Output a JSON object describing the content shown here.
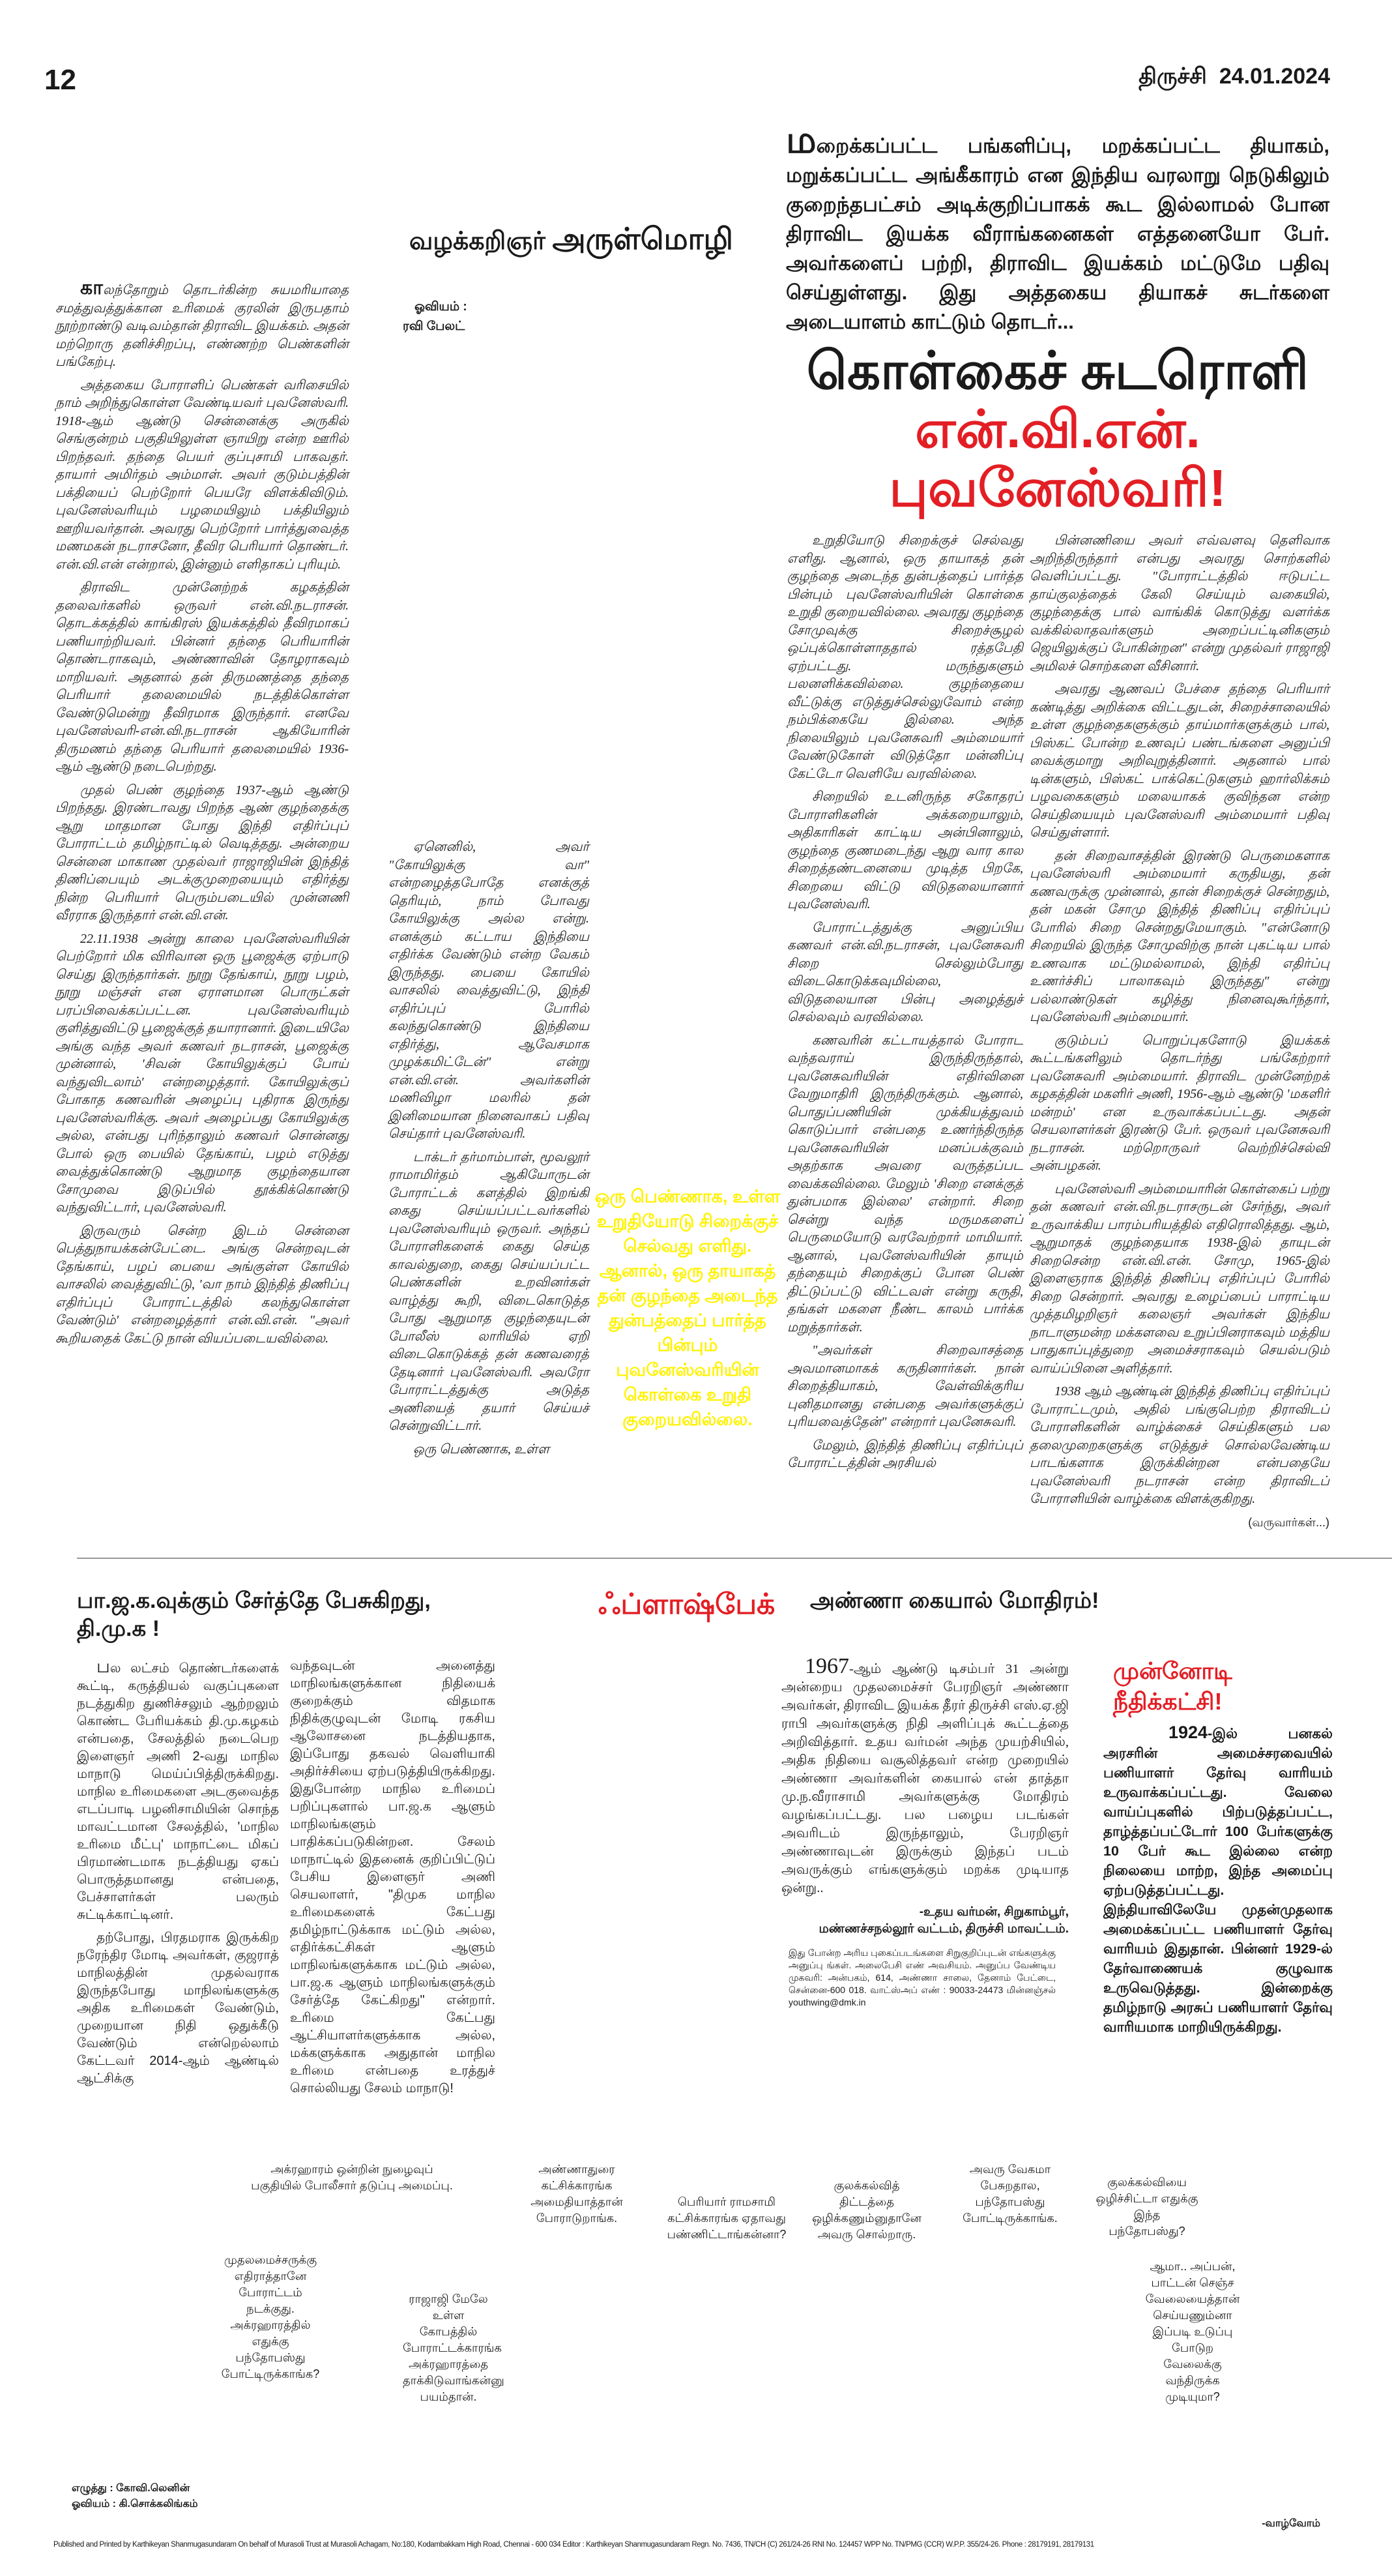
{
  "header": {
    "page_number": "12",
    "edition": "திருச்சி",
    "date": "24.01.2024"
  },
  "intro": {
    "drop_letter": "ம",
    "text": "றைக்கப்பட்ட பங்களிப்பு, மறக்கப்பட்ட தியாகம், மறுக்கப்பட்ட அங்கீகாரம் என இந்திய வரலாறு நெடுகிலும் குறைந்தபட்சம் அடிக்குறிப்பாகக் கூட இல்லாமல் போன திராவிட இயக்க வீராங்கனைகள் எத்தனையோ பேர். அவர்களைப் பற்றி, திராவிட இயக்கம் மட்டுமே பதிவு செய்துள்ளது. இது அத்தகைய தியாகச் சுடர்களை அடையாளம் காட்டும் தொடர்..."
  },
  "title": {
    "line1": "கொள்கைச் சுடரொளி",
    "line2": "என்.வி.என். புவனேஸ்வரி!"
  },
  "byline": {
    "prefix": "வழக்கறிஞர்",
    "name": "அருள்மொழி"
  },
  "artist": {
    "label": "ஓவியம் :",
    "name": "ரவி பேலட்"
  },
  "article": {
    "col1": {
      "lead": "கா",
      "p1": "லந்தோறும் தொடர்கின்ற சுயமரியாதை சமத்துவத்துக்கான உரிமைக் குரலின் இருபதாம் நூற்றாண்டு வடிவம்தான் திராவிட இயக்கம். அதன் மற்றொரு தனிச்சிறப்பு, எண்ணற்ற பெண்களின் பங்கேற்பு.",
      "p2": "அத்தகைய போராளிப் பெண்கள் வரிசையில் நாம் அறிந்துகொள்ள வேண்டியவர் புவனேஸ்வரி. 1918-ஆம் ஆண்டு சென்னைக்கு அருகில் செங்குன்றம் பகுதியிலுள்ள ஞாயிறு என்ற ஊரில் பிறந்தவர். தந்தை பெயர் குப்புசாமி பாகவதர். தாயார் அமிர்தம் அம்மாள். அவர் குடும்பத்தின் பக்தியைப் பெற்றோர் பெயரே விளக்கிவிடும். புவனேஸ்வரியும் பழமையிலும் பக்தியிலும் ஊறியவர்தான். அவரது பெற்றோர் பார்த்துவைத்த மணமகன் நடராசனோ, தீவிர பெரியார் தொண்டர். என்.வி.என் என்றால், இன்னும் எளிதாகப் புரியும்.",
      "p3": "திராவிட முன்னேற்றக் கழகத்தின் தலைவர்களில் ஒருவர் என்.வி.நடராசன். தொடக்கத்தில் காங்கிரஸ் இயக்கத்தில் தீவிரமாகப் பணியாற்றியவர். பின்னர் தந்தை பெரியாரின் தொண்டராகவும், அண்ணாவின் தோழராகவும் மாறியவர். அதனால் தன் திருமணத்தை தந்தை பெரியார் தலைமையில் நடத்திக்கொள்ள வேண்டுமென்று தீவிரமாக இருந்தார். எனவே புவனேஸ்வரி-என்.வி.நடராசன் ஆகியோரின் திருமணம் தந்தை பெரியார் தலைமையில் 1936-ஆம் ஆண்டு நடைபெற்றது.",
      "p4": "முதல் பெண் குழந்தை 1937-ஆம் ஆண்டு பிறந்தது. இரண்டாவது பிறந்த ஆண் குழந்தைக்கு ஆறு மாதமான போது இந்தி எதிர்ப்புப் போராட்டம் தமிழ்நாட்டில் வெடித்தது. அன்றைய சென்னை மாகாண முதல்வர் ராஜாஜியின் இந்தித் திணிப்பையும் அடக்குமுறையையும் எதிர்த்து நின்ற பெரியார் பெரும்படையில் முன்னணி வீரராக இருந்தார் என்.வி.என்.",
      "p5": "22.11.1938 அன்று காலை புவனேஸ்வரியின் பெற்றோர் மிக விரிவான ஒரு பூஜைக்கு ஏற்பாடு செய்து இருந்தார்கள். நூறு தேங்காய், நூறு பழம், நூறு மஞ்சள் என ஏராளமான பொருட்கள் பரப்பிவைக்கப்பட்டன. புவனேஸ்வரியும் குளித்துவிட்டு பூஜைக்குத் தயாரானார். இடையிலே அங்கு வந்த அவர் கணவர் நடராசன், பூஜைக்கு முன்னால், 'சிவன் கோயிலுக்குப் போய் வந்துவிடலாம்' என்றழைத்தார். கோயிலுக்குப் போகாத கணவரின் அழைப்பு புதிராக இருந்து புவனேஸ்வரிக்கு. அவர் அழைப்பது கோயிலுக்கு அல்ல, என்பது புரிந்தாலும் கணவர் சொன்னது போல் ஒரு பையில் தேங்காய், பழம் எடுத்து வைத்துக்கொண்டு ஆறுமாத குழந்தையான சோமுவை இடுப்பில் தூக்கிக்கொண்டு வந்துவிட்டார், புவனேஸ்வரி.",
      "p6": "இருவரும் சென்ற இடம் சென்னை பெத்துநாயக்கன்பேட்டை. அங்கு சென்றவுடன் தேங்காய், பழப் பையை அங்குள்ள கோயில் வாசலில் வைத்துவிட்டு, 'வா நாம் இந்தித் திணிப்பு எதிர்ப்புப் போராட்டத்தில் கலந்துகொள்ள வேண்டும்' என்றழைத்தார் என்.வி.என். \"அவர் கூறியதைக் கேட்டு நான் வியப்படையவில்லை."
    },
    "col2": {
      "p1": "ஏனெனில், அவர் \"கோயிலுக்கு வா\" என்றழைத்தபோதே எனக்குத் தெரியும், நாம் போவது கோயிலுக்கு அல்ல என்று. எனக்கும் கட்டாய இந்தியை எதிர்க்க வேண்டும் என்ற வேகம் இருந்தது. பையை கோயில் வாசலில் வைத்துவிட்டு, இந்தி எதிர்ப்புப் போரில் கலந்துகொண்டு இந்தியை எதிர்த்து, ஆவேசமாக முழக்கமிட்டேன்\" என்று என்.வி.என். அவர்களின் மணிவிழா மலரில் தன் இனிமையான நினைவாகப் பதிவு செய்தார் புவனேஸ்வரி.",
      "p2": "டாக்டர் தர்மாம்பாள், மூவலூர் ராமாமிர்தம் ஆகியோருடன் போராட்டக் களத்தில் இறங்கி கைது செய்யப்பட்டவர்களில் புவனேஸ்வரியும் ஒருவர். அந்தப் போராளிகளைக் கைது செய்த காவல்துறை, கைது செய்யப்பட்ட பெண்களின் உறவினர்கள் வாழ்த்து கூறி, விடைகொடுத்த போது ஆறுமாத குழந்தையுடன் போலீஸ் லாரியில் ஏறி விடைகொடுக்கத் தன் கணவரைத் தேடினார் புவனேஸ்வரி. அவரோ போராட்டத்துக்கு அடுத்த அணியைத் தயார் செய்யச் சென்றுவிட்டார்.",
      "p3": "ஒரு பெண்ணாக, உள்ள"
    },
    "col3": {
      "p1": "உறுதியோடு சிறைக்குச் செல்வது எளிது. ஆனால், ஒரு தாயாகத் தன் குழந்தை அடைந்த துன்பத்தைப் பார்த்த பின்பும் புவனேஸ்வரியின் கொள்கை உறுதி குறையவில்லை. அவரது குழந்தை சோமுவுக்கு சிறைச்சூழல் ஒப்புக்கொள்ளாததால் ரத்தபேதி ஏற்பட்டது. மருந்துகளும் பலனளிக்கவில்லை. குழந்தையை வீட்டுக்கு எடுத்துச்செல்லுவோம் என்ற நம்பிக்கையே இல்லை. அந்த நிலையிலும் புவனேசுவரி அம்மையார் வேண்டுகோள் விடுத்தோ மன்னிப்பு கேட்டோ வெளியே வரவில்லை.",
      "p2": "சிறையில் உடனிருந்த சகோதரப் போராளிகளின் அக்கறையாலும், அதிகாரிகள் காட்டிய அன்பினாலும், குழந்தை குணமடைந்து ஆறு வார கால சிறைத்தண்டனையை முடித்த பிறகே, சிறையை விட்டு விடுதலையானார் புவனேஸ்வரி.",
      "p3": "போராட்டத்துக்கு அனுப்பிய கணவர் என்.வி.நடராசன், புவனேசுவரி சிறை செல்லும்போது விடைகொடுக்கவுமில்லை, விடுதலையான பின்பு அழைத்துச் செல்லவும் வரவில்லை.",
      "p4": "கணவரின் கட்டாயத்தால் போராட வந்தவராய் இருந்திருந்தால், புவனேசுவரியின் எதிர்வினை வேறுமாதிரி இருந்திருக்கும். ஆனால், பொதுப்பணியின் முக்கியத்துவம் கொடுப்பார் என்பதை உணர்ந்திருந்த புவனேசுவரியின் மனப்பக்குவம் அதற்காக அவரை வருத்தப்பட வைக்கவில்லை. மேலும் 'சிறை எனக்குத் துன்பமாக இல்லை' என்றார். சிறை சென்று வந்த மருமகளைப் பெருமையோடு வரவேற்றார் மாமியார். ஆனால், புவனேஸ்வரியின் தாயும் தந்தையும் சிறைக்குப் போன பெண் திட்டுப்பட்டு விட்டவள் என்று கருதி, தங்கள் மகளை நீண்ட காலம் பார்க்க மறுத்தார்கள்.",
      "p5": "\"அவர்கள் சிறைவாசத்தை அவமானமாகக் கருதினார்கள். நான் சிறைத்தியாகம், வேள்விக்குரிய புனிதமானது என்பதை அவர்களுக்குப் புரியவைத்தேன்\" என்றார் புவனேசுவரி.",
      "p6": "மேலும், இந்தித் திணிப்பு எதிர்ப்புப் போராட்டத்தின் அரசியல்"
    },
    "col4": {
      "p1": "பின்னணியை அவர் எவ்வளவு தெளிவாக அறிந்திருந்தார் என்பது அவரது சொற்களில் வெளிப்பட்டது. \"போராட்டத்தில் ஈடுபட்ட தாய்குலத்தைக் கேலி செய்யும் வகையில், குழந்தைக்கு பால் வாங்கிக் கொடுத்து வளர்க்க வக்கில்லாதவர்களும் அறைப்பட்டினிகளும் ஜெயிலுக்குப் போகின்றன\" என்று முதல்வர் ராஜாஜி அமிலச் சொற்களை வீசினார்.",
      "p2": "அவரது ஆணவப் பேச்சை தந்தை பெரியார் கண்டித்து அறிக்கை விட்டதுடன், சிறைச்சாலையில் உள்ள குழந்தைகளுக்கும் தாய்மார்களுக்கும் பால், பிஸ்கட் போன்ற உணவுப் பண்டங்களை அனுப்பி வைக்குமாறு அறிவுறுத்தினார். அதனால் பால் டின்களும், பிஸ்கட் பாக்கெட்டுகளும் ஹார்லிக்சும் பழவகைகளும் மலையாகக் குவிந்தன என்ற செய்தியையும் புவனேஸ்வரி அம்மையார் பதிவு செய்துள்ளார்.",
      "p3": "தன் சிறைவாசத்தின் இரண்டு பெருமைகளாக புவனேஸ்வரி அம்மையார் கருதியது, தன் கணவருக்கு முன்னால், தான் சிறைக்குச் சென்றதும், தன் மகன் சோமு இந்தித் திணிப்பு எதிர்ப்புப் போரில் சிறை சென்றதுமேயாகும். \"என்னோடு சிறையில் இருந்த சோமுவிற்கு நான் புகட்டிய பால் உணவாக மட்டுமல்லாமல், இந்தி எதிர்ப்பு உணர்ச்சிப் பாலாகவும் இருந்தது\" என்று பல்லாண்டுகள் கழித்து நினைவுகூர்ந்தார், புவனேஸ்வரி அம்மையார்.",
      "p4": "குடும்பப் பொறுப்புகளோடு இயக்கக் கூட்டங்களிலும் தொடர்ந்து பங்கேற்றார் புவனேசுவரி அம்மையார். திராவிட முன்னேற்றக் கழகத்தின் மகளிர் அணி, 1956-ஆம் ஆண்டு 'மகளிர் மன்றம்' என உருவாக்கப்பட்டது. அதன் செயலாளர்கள் இரண்டு பேர். ஒருவர் புவனேசுவரி நடராசன். மற்றொருவர் வெற்றிச்செல்வி அன்பழகன்.",
      "p5": "புவனேஸ்வரி அம்மையாரின் கொள்கைப் பற்று தன் கணவர் என்.வி.நடராசருடன் சேர்ந்து, அவர் உருவாக்கிய பாரம்பரியத்தில் எதிரொலித்தது. ஆம், ஆறுமாதக் குழந்தையாக 1938-இல் தாயுடன் சிறைசென்ற என்.வி.என். சோமு, 1965-இல் இளைஞராக இந்தித் திணிப்பு எதிர்ப்புப் போரில் சிறை சென்றார். அவரது உழைப்பைப் பாராட்டிய முத்தமிழறிஞர் கலைஞர் அவர்கள் இந்திய நாடாளுமன்ற மக்களவை உறுப்பினராகவும் மத்திய பாதுகாப்புத்துறை அமைச்சராகவும் செயல்படும் வாய்ப்பினை அளித்தார்.",
      "p6": "1938 ஆம் ஆண்டின் இந்தித் திணிப்பு எதிர்ப்புப் போராட்டமும், அதில் பங்குபெற்ற திராவிடப் போராளிகளின் வாழ்க்கைச் செய்திகளும் பல தலைமுறைகளுக்கு எடுத்துச் சொல்லவேண்டிய பாடங்களாக இருக்கின்றன என்பதையே புவனேஸ்வரி நடராசன் என்ற திராவிடப் போராளியின் வாழ்க்கை விளக்குகிறது."
    },
    "callout": "ஒரு பெண்ணாக, உள்ள உறுதியோடு சிறைக்குச் செல்வது எளிது. ஆனால், ஒரு தாயாகத் தன் குழந்தை அடைந்த துன்பத்தைப் பார்த்த பின்பும் புவனேஸ்வரியின் கொள்கை உறுதி குறையவில்லை.",
    "continued": "(வருவார்கள்...)"
  },
  "bjp_piece": {
    "heading": "பா.ஜ.க.வுக்கும் சேர்த்தே பேசுகிறது, தி.மு.க !",
    "lead": "ப",
    "col1": "ல லட்சம் தொண்டர்களைக் கூட்டி, கருத்தியல் வகுப்புகளை நடத்துகிற துணிச்சலும் ஆற்றலும் கொண்ட பேரியக்கம் தி.மு.கழகம் என்பதை, சேலத்தில் நடைபெற இளைஞர் அணி 2-வது மாநில மாநாடு மெய்ப்பித்திருக்கிறது. மாநில உரிமைகளை அடகுவைத்த எடப்பாடி பழனிசாமியின் சொந்த மாவட்டமான சேலத்தில், 'மாநில உரிமை மீட்பு' மாநாட்டை மிகப் பிரமாண்டமாக நடத்தியது ஏகப் பொருத்தமானது என்பதை, பேச்சாளர்கள் பலரும் சுட்டிக்காட்டினர்.",
    "col1b": "தற்போது, பிரதமராக இருக்கிற நரேந்திர மோடி அவர்கள், குஜராத் மாநிலத்தின் முதல்வராக இருந்தபோது மாநிலங்களுக்கு அதிக உரிமைகள் வேண்டும், முறையான நிதி ஒதுக்கீடு வேண்டும் என்றெல்லாம் கேட்டவர் 2014-ஆம் ஆண்டில் ஆட்சிக்கு",
    "col2": "வந்தவுடன் அனைத்து மாநிலங்களுக்கான நிதியைக் குறைக்கும் விதமாக நிதிக்குழுவுடன் மோடி ரகசிய ஆலோசனை நடத்தியதாக, இப்போது தகவல் வெளியாகி அதிர்ச்சியை ஏற்படுத்தியிருக்கிறது. இதுபோன்ற மாநில உரிமைப் பறிப்புகளால் பா.ஜ.க ஆளும் மாநிலங்களும் பாதிக்கப்படுகின்றன. சேலம் மாநாட்டில் இதனைக் குறிப்பிட்டுப் பேசிய இளைஞர் அணி செயலாளர், \"திமுக மாநில உரிமைகளைக் கேட்பது தமிழ்நாட்டுக்காக மட்டும் அல்ல, எதிர்க்கட்சிகள் ஆளும் மாநிலங்களுக்காக மட்டும் அல்ல, பா.ஜ.க ஆளும் மாநிலங்களுக்கும் சேர்த்தே கேட்கிறது\" என்றார். உரிமை கேட்பது ஆட்சியாளர்களுக்காக அல்ல, மக்களுக்காக அதுதான் மாநில உரிமை என்பதை உரத்துச் சொல்லியது சேலம் மாநாடு!"
  },
  "flashback": {
    "label": "ஃப்ளாஷ்பேக்",
    "heading": "அண்ணா கையால் மோதிரம்!",
    "year": "1967",
    "text": "-ஆம் ஆண்டு டிசம்பர் 31 அன்று அன்றைய முதலமைச்சர் பேரறிஞர் அண்ணா அவர்கள், திராவிட இயக்க தீரர் திருச்சி எஸ்.ஏ.ஜி ராபி அவர்களுக்கு நிதி அளிப்புக் கூட்டத்தை அறிவித்தார். உதய வர்மன் அந்த முயற்சியில், அதிக நிதியை வசூலித்தவர் என்ற முறையில் அண்ணா அவர்களின் கையால் என் தாத்தா மு.ந.வீராசாமி அவர்களுக்கு மோதிரம் வழங்கப்பட்டது. பல பழைய படங்கள் அவரிடம் இருந்தாலும், பேரறிஞர் அண்ணாவுடன் இருக்கும் இந்தப் படம் அவருக்கும் எங்களுக்கும் மறக்க முடியாத ஒன்று..",
    "signature_line1": "-உதய வர்மன், சிறுகாம்பூர்,",
    "signature_line2": "மண்ணச்சநல்லூர் வட்டம், திருச்சி மாவட்டம்.",
    "note": "இது போன்ற அரிய புகைப்படங்களை சிறுகுறிப்புடன் எங்களுக்கு அனுப்பு ங்கள். அலைபேசி எண் அவசியம். அனுப்ப வேண்டிய முகவரி: அன்பகம், 614, அண்ணா சாலை, தேனாம் பேட்டை, சென்னை-600 018. வாட்ஸ்அப் எண் : 90033-24473 மின்னஞ்சல் youthwing@dmk.in"
  },
  "justice_party": {
    "heading": "முன்னோடி நீதிக்கட்சி!",
    "year": "1924",
    "text": "-இல் பனகல் அரசரின் அமைச்சரவையில் பணியாளர் தேர்வு வாரியம் உருவாக்கப்பட்டது. வேலை வாய்ப்புகளில் பிற்படுத்தப்பட்ட, தாழ்த்தப்பட்டோர் 100 பேர்களுக்கு 10 பேர் கூட இல்லை என்ற நிலையை மாற்ற, இந்த அமைப்பு ஏற்படுத்தப்பட்டது. இந்தியாவிலேயே முதன்முதலாக அமைக்கப்பட்ட பணியாளர் தேர்வு வாரியம் இதுதான். பின்னர் 1929-ல் தேர்வாணையக் குழுவாக உருவெடுத்தது. இன்றைக்கு தமிழ்நாடு அரசுப் பணியாளர் தேர்வு வாரியமாக மாறியிருக்கிறது."
  },
  "comic": {
    "bubbles": [
      "அக்ரஹாரம் ஒன்றின் நுழைவுப் பகுதியில் போலீசார் தடுப்பு அமைப்பு.",
      "அண்ணாதுரை கட்சிக்காரங்க அமைதியாத்தான் போராடுறாங்க.",
      "பெரியார் ராமசாமி கட்சிக்காரங்க ஏதாவது பண்ணிட்டாங்கன்னா?",
      "குலக்கல்வித் திட்டத்தை ஒழிக்கணும்னுதானே அவரு சொல்றாரு.",
      "அவரு வேகமா பேசுறதால, பந்தோபஸ்து போட்டிருக்காங்க.",
      "குலக்கல்வியை ஒழிச்சிட்டா எதுக்கு இந்த பந்தோபஸ்து?",
      "முதலமைச்சருக்கு எதிராத்தானே போராட்டம் நடக்குது. அக்ரஹாரத்தில் எதுக்கு பந்தோபஸ்து போட்டிருக்காங்க?",
      "ராஜாஜி மேலே உள்ள கோபத்தில் போராட்டக்காரங்க அக்ரஹாரத்தை தாக்கிடுவாங்கன்னு பயம்தான்.",
      "ஆமா.. அப்பன், பாட்டன் செஞ்ச வேலையைத்தான் செய்யணும்னா இப்படி உடுப்பு போடுற வேலைக்கு வந்திருக்க முடியுமா?"
    ],
    "writer": "எழுத்து : கோவி.லெனின்",
    "artist": "ஓவியம் : கி.சொக்கலிங்கம்",
    "signoff": "-வாழ்வோம்"
  },
  "footer": "Published and Printed by Karthikeyan Shanmugasundaram On behalf of Murasoli Trust at Murasoli Achagam, No:180, Kodambakkam High Road, Chennai - 600 034 Editor : Karthikeyan Shanmugasundaram Regn. No. 7436, TN/CH (C) 261/24-26 RNI No. 124457 WPP No. TN/PMG (CCR) W.P.P. 355/24-26. Phone : 28179191, 28179131",
  "colors": {
    "accent_red": "#e31e24",
    "callout_yellow": "#fff200"
  }
}
